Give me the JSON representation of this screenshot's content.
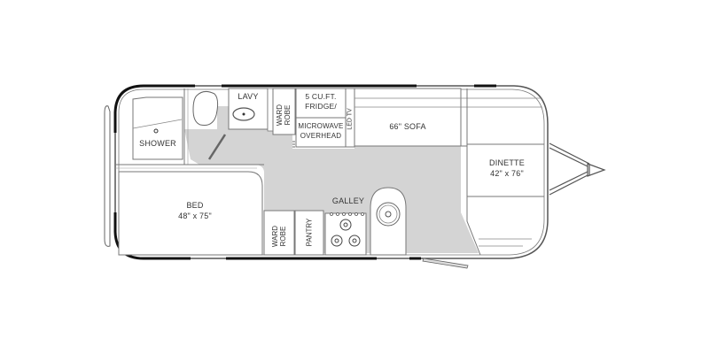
{
  "floorplan": {
    "colors": {
      "floor": "#d4d4d4",
      "wall_outline": "#555555",
      "wall_dark": "#111111",
      "background": "#ffffff",
      "text": "#333333"
    },
    "rooms": {
      "shower": {
        "label": "SHOWER"
      },
      "lavy": {
        "label": "LAVY"
      },
      "wardrobe_top": {
        "line1": "WARD",
        "line2": "ROBE"
      },
      "fridge": {
        "line1": "5 CU.FT.",
        "line2": "FRIDGE/"
      },
      "microwave": {
        "line1": "MICROWAVE",
        "line2": "OVERHEAD"
      },
      "tv": {
        "label": "LED TV"
      },
      "sofa": {
        "label": "66\" SOFA"
      },
      "dinette": {
        "label": "DINETTE",
        "size": "42\" x 76\""
      },
      "bed": {
        "label": "BED",
        "size": "48\" x 75\""
      },
      "wardrobe_bottom": {
        "line1": "WARD",
        "line2": "ROBE"
      },
      "pantry": {
        "label": "PANTRY"
      },
      "galley": {
        "label": "GALLEY"
      }
    }
  }
}
